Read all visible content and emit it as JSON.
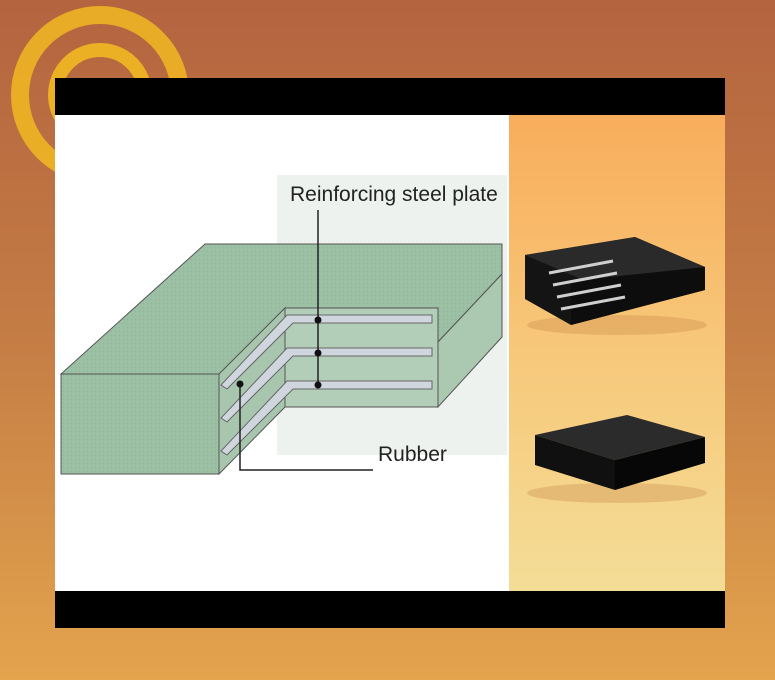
{
  "diagram": {
    "labels": {
      "steel_plate": "Reinforcing steel plate",
      "rubber": "Rubber"
    }
  },
  "colors": {
    "background_top": "#b4643f",
    "background_bottom": "#e3a44d",
    "block_green": "#9bc0a4",
    "plate_gray": "#c4cbd3",
    "bearing_black": "#1c1c1c",
    "ring_yellow": "#f2b822"
  },
  "product_photos": [
    {
      "name": "laminated-bearing-cutaway"
    },
    {
      "name": "plain-rubber-bearing"
    }
  ]
}
